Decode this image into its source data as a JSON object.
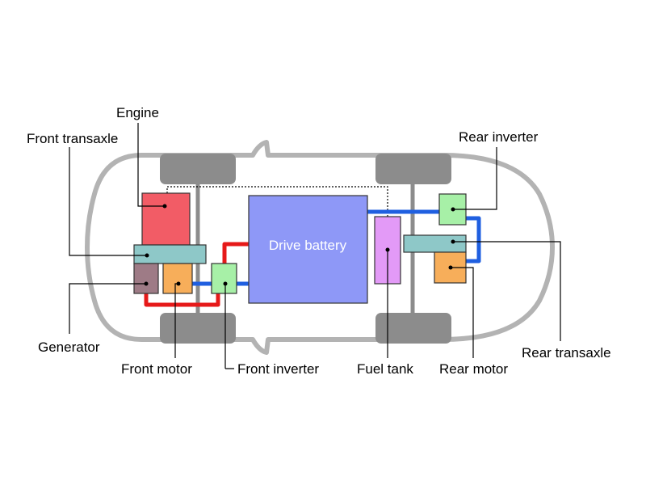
{
  "labels": {
    "engine": "Engine",
    "front_transaxle": "Front transaxle",
    "generator": "Generator",
    "front_motor": "Front motor",
    "front_inverter": "Front inverter",
    "drive_battery": "Drive battery",
    "fuel_tank": "Fuel tank",
    "rear_motor": "Rear motor",
    "rear_transaxle": "Rear transaxle",
    "rear_inverter": "Rear inverter"
  },
  "colors": {
    "body_outline": "#b3b3b3",
    "wheel": "#8c8c8c",
    "axle": "#8c8c8c",
    "engine": "#f25c66",
    "transaxle": "#8ec8c8",
    "generator": "#9e7b86",
    "motor": "#f7ae5a",
    "inverter": "#a7f0a7",
    "battery": "#8e98f7",
    "fuel_tank": "#e39af7",
    "high_voltage_line": "#e61919",
    "low_voltage_line": "#1f5fe0"
  }
}
